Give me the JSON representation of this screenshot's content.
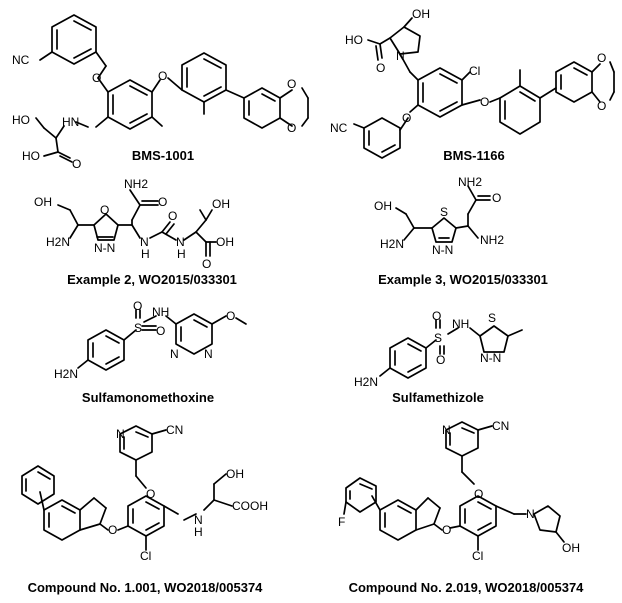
{
  "compounds": [
    {
      "caption": "BMS-1001",
      "labels": [
        "NC",
        "O",
        "O",
        "O",
        "O",
        "HN",
        "HO",
        "HO",
        "O"
      ]
    },
    {
      "caption": "BMS-1166",
      "labels": [
        "OH",
        "HO",
        "O",
        "N",
        "Cl",
        "O",
        "O",
        "O",
        "O",
        "NC"
      ]
    },
    {
      "caption": "Example 2, WO2015/033301",
      "labels": [
        "NH2",
        "OH",
        "OH",
        "O",
        "O",
        "O",
        "H2N",
        "N-N",
        "N",
        "N",
        "H",
        "H",
        "OH",
        "O"
      ]
    },
    {
      "caption": "Example 3, WO2015/033301",
      "labels": [
        "NH2",
        "OH",
        "O",
        "S",
        "H2N",
        "N-N",
        "NH2"
      ]
    },
    {
      "caption": "Sulfamonomethoxine",
      "labels": [
        "O",
        "S",
        "O",
        "NH",
        "O",
        "N",
        "N",
        "H2N"
      ]
    },
    {
      "caption": "Sulfamethizole",
      "labels": [
        "O",
        "S",
        "O",
        "NH",
        "S",
        "N-N",
        "H2N"
      ]
    },
    {
      "caption": "Compound No. 1.001, WO2018/005374",
      "labels": [
        "N",
        "CN",
        "O",
        "OH",
        "N",
        "H",
        "COOH",
        "O",
        "Cl"
      ]
    },
    {
      "caption": "Compound No. 2.019, WO2018/005374",
      "labels": [
        "N",
        "CN",
        "O",
        "N",
        "F",
        "O",
        "Cl",
        "OH"
      ]
    }
  ]
}
